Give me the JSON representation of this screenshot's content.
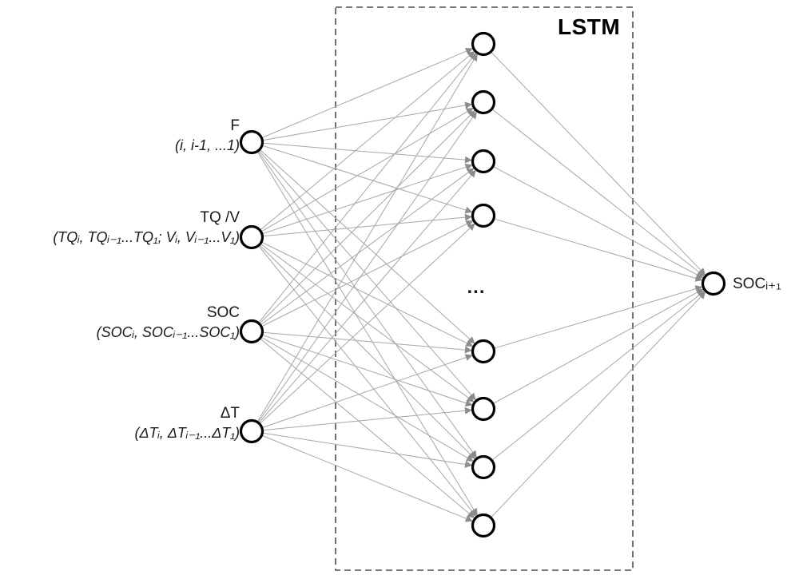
{
  "diagram": {
    "box_title": "LSTM",
    "inputs": [
      {
        "label": "F",
        "sub": "(i, i-1, ...1)"
      },
      {
        "label": "TQ /V",
        "sub": "(TQᵢ, TQᵢ₋₁...TQ₁; Vᵢ, Vᵢ₋₁...V₁)"
      },
      {
        "label": "SOC",
        "sub": "(SOCᵢ, SOCᵢ₋₁...SOC₁)"
      },
      {
        "label": "ΔT",
        "sub": "(ΔTᵢ, ΔTᵢ₋₁...ΔT₁)"
      }
    ],
    "hidden_ellipsis": "...",
    "output_label": "SOCᵢ₊₁",
    "colors": {
      "edge": "#a6a6a6",
      "arrow": "#8c8c8c",
      "node_stroke": "#000000",
      "box_stroke": "#4d4d4d"
    }
  }
}
